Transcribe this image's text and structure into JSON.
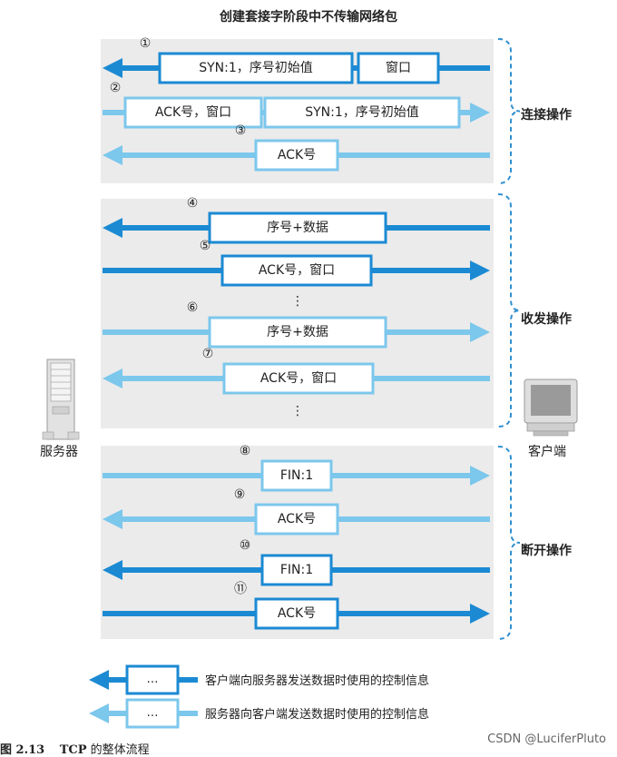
{
  "title": "创建套接字阶段中不传输网络包",
  "phases": [
    {
      "label": "连接操作"
    },
    {
      "label": "收发操作"
    },
    {
      "label": "断开操作"
    }
  ],
  "server_label": "服务器",
  "client_label": "客户端",
  "steps": [
    {
      "num": "①",
      "dir": "to-server",
      "side": "client",
      "boxes": [
        "SYN:1，序号初始值",
        "窗口"
      ]
    },
    {
      "num": "②",
      "dir": "to-client",
      "side": "server",
      "boxes": [
        "ACK号，窗口",
        "SYN:1，序号初始值"
      ]
    },
    {
      "num": "③",
      "dir": "to-server",
      "side": "server",
      "boxes": [
        "ACK号"
      ]
    },
    {
      "num": "④",
      "dir": "to-server",
      "side": "client",
      "boxes": [
        "序号+数据"
      ]
    },
    {
      "num": "⑤",
      "dir": "to-client",
      "side": "client",
      "boxes": [
        "ACK号，窗口"
      ]
    },
    {
      "num": "⑥",
      "dir": "to-client",
      "side": "server",
      "boxes": [
        "序号+数据"
      ]
    },
    {
      "num": "⑦",
      "dir": "to-server",
      "side": "server",
      "boxes": [
        "ACK号，窗口"
      ]
    },
    {
      "num": "⑧",
      "dir": "to-client",
      "side": "server",
      "boxes": [
        "FIN:1"
      ]
    },
    {
      "num": "⑨",
      "dir": "to-server",
      "side": "server",
      "boxes": [
        "ACK号"
      ]
    },
    {
      "num": "⑩",
      "dir": "to-server",
      "side": "client",
      "boxes": [
        "FIN:1"
      ]
    },
    {
      "num": "⑪",
      "dir": "to-client",
      "side": "client",
      "boxes": [
        "ACK号"
      ]
    }
  ],
  "ellipsis": "⋮",
  "legend": [
    {
      "box": "…",
      "text": "客户端向服务器发送数据时使用的控制信息",
      "color": "#1b8ad3"
    },
    {
      "box": "…",
      "text": "服务器向客户端发送数据时使用的控制信息",
      "color": "#7cc7ec"
    }
  ],
  "caption": {
    "fig": "图 2.13",
    "tcp": "TCP",
    "text": "的整体流程"
  },
  "watermark": "CSDN @LuciferPluto",
  "colors": {
    "client": "#1b8ad3",
    "server": "#7cc7ec",
    "panel": "#ebebeb",
    "brace": "#2f8fd0"
  }
}
